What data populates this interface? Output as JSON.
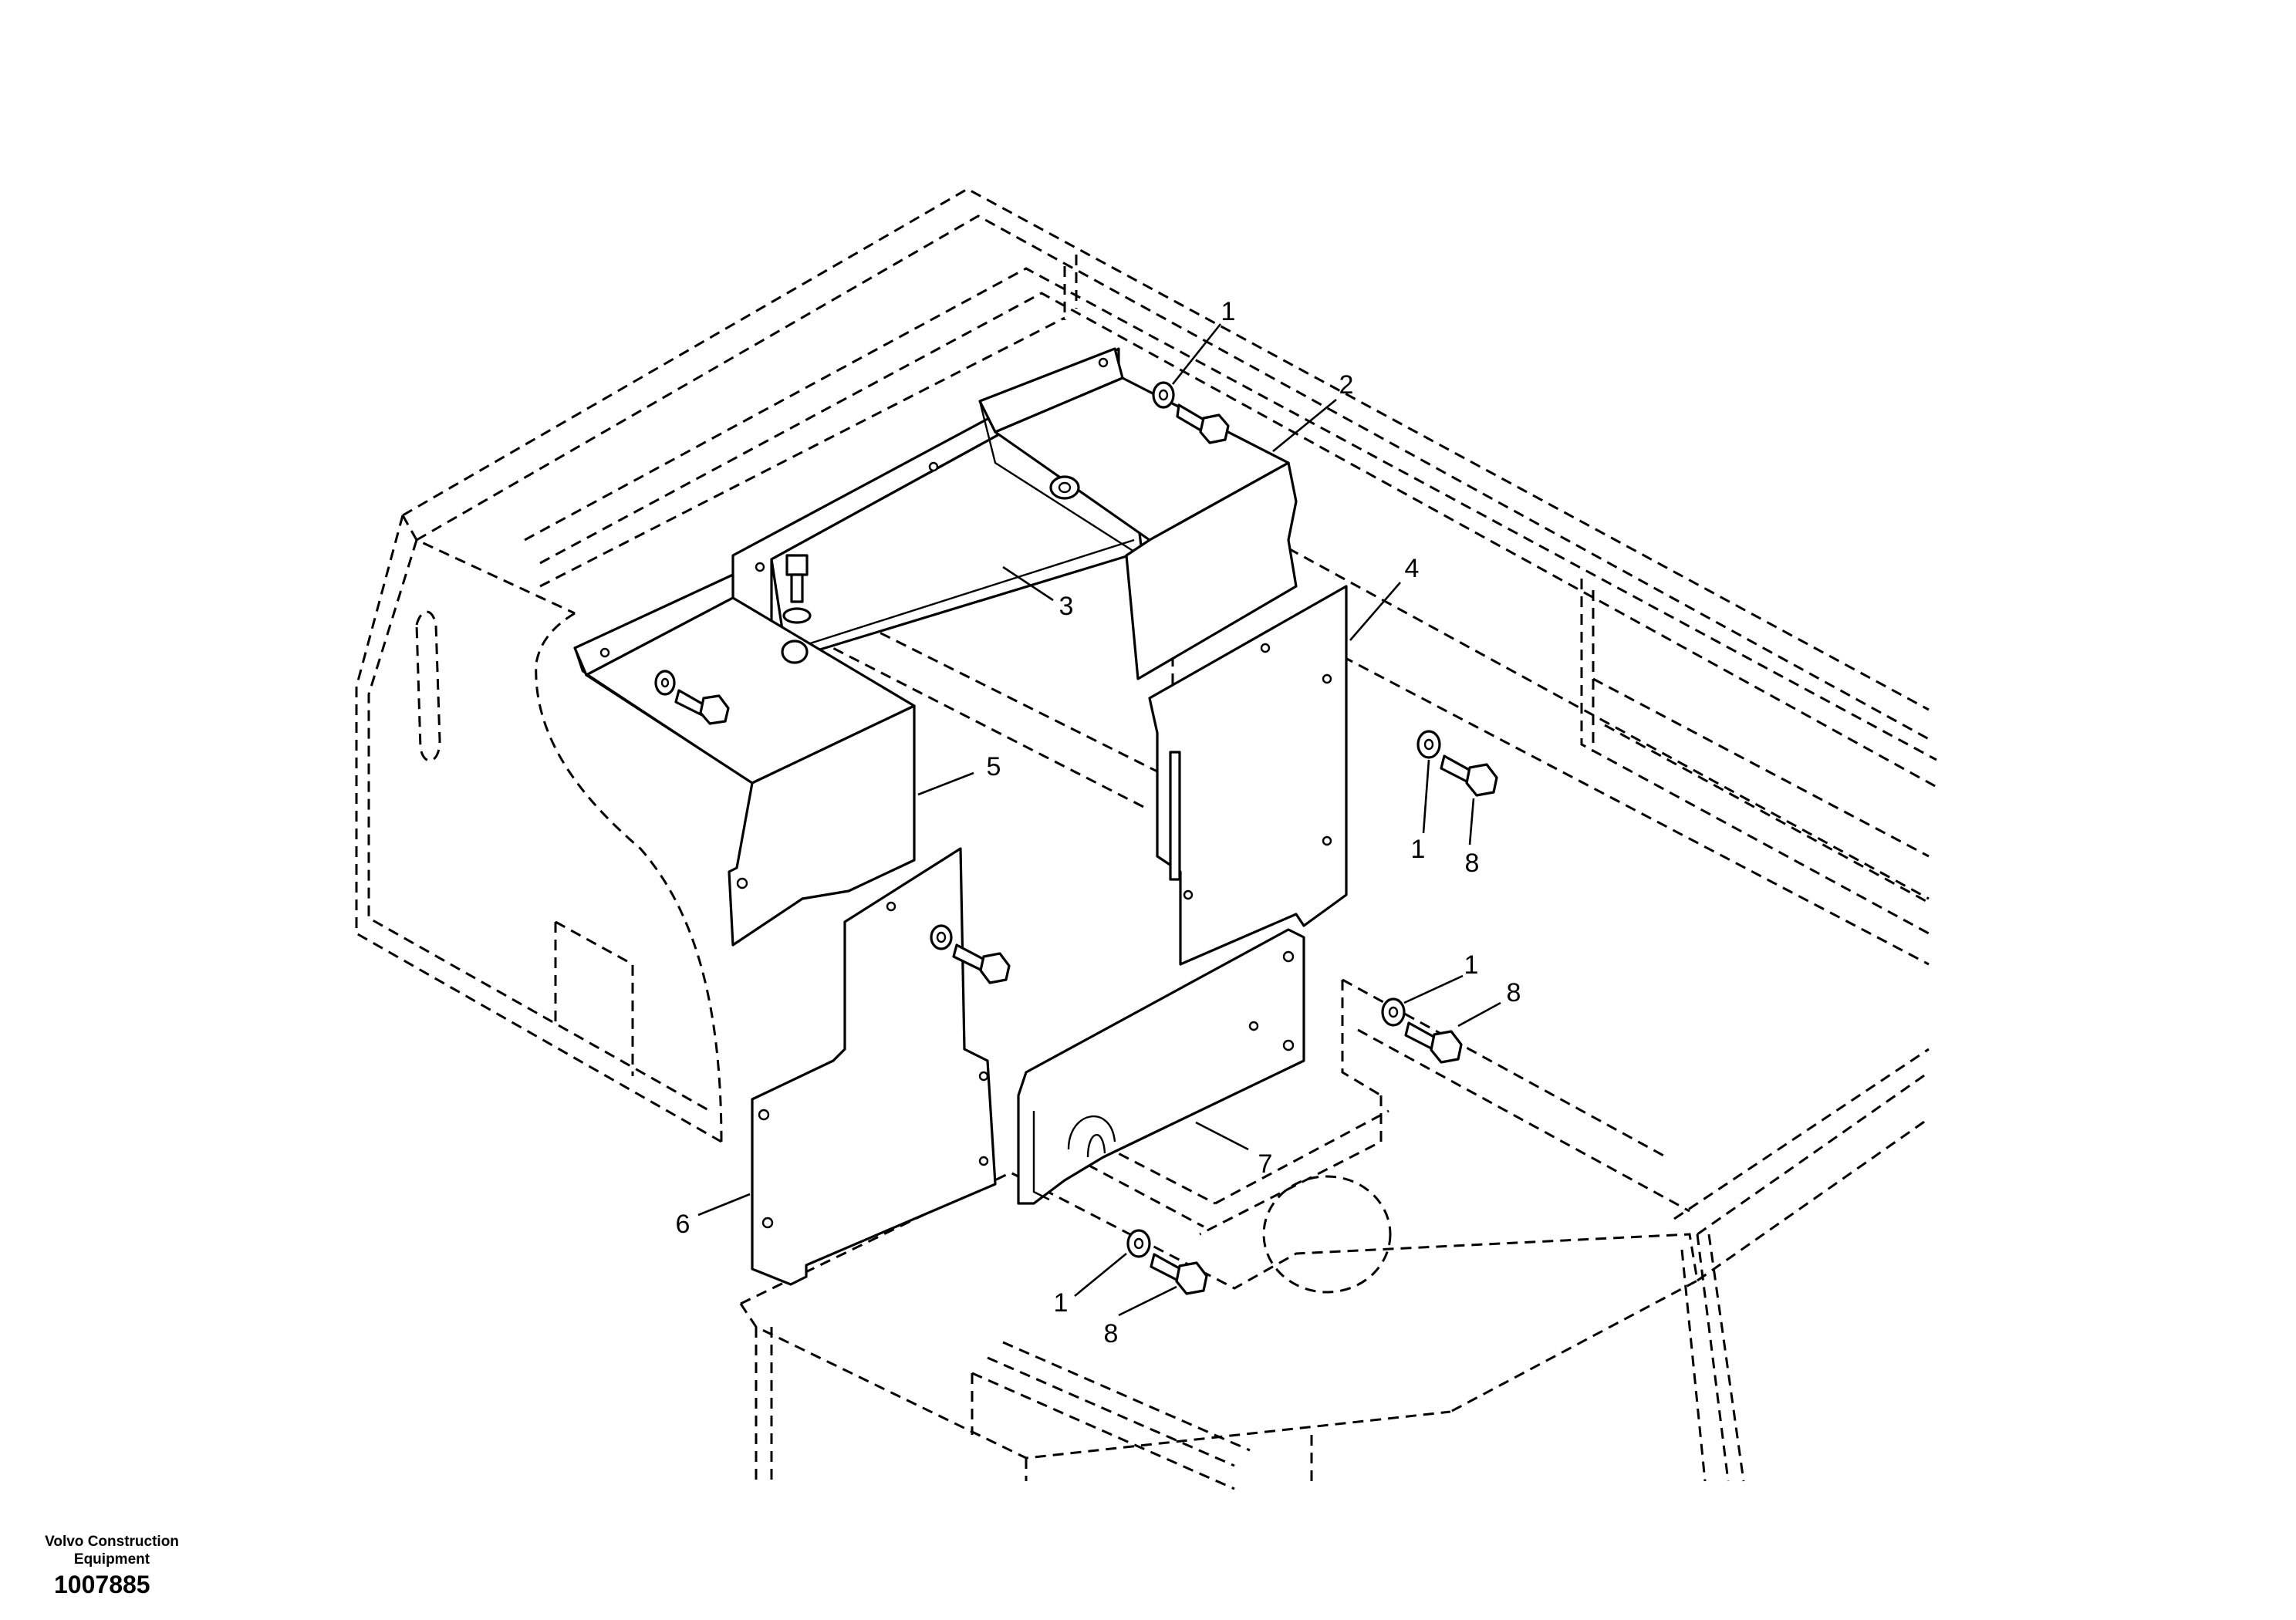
{
  "footer": {
    "company_line1": "Volvo Construction",
    "company_line2": "Equipment",
    "drawing_number": "1007885"
  },
  "callouts": [
    {
      "id": "c1a",
      "label": "1"
    },
    {
      "id": "c2",
      "label": "2"
    },
    {
      "id": "c3",
      "label": "3"
    },
    {
      "id": "c4",
      "label": "4"
    },
    {
      "id": "c5",
      "label": "5"
    },
    {
      "id": "c1b",
      "label": "1"
    },
    {
      "id": "c8a",
      "label": "8"
    },
    {
      "id": "c1c",
      "label": "1"
    },
    {
      "id": "c8b",
      "label": "8"
    },
    {
      "id": "c7",
      "label": "7"
    },
    {
      "id": "c6",
      "label": "6"
    },
    {
      "id": "c1d",
      "label": "1"
    },
    {
      "id": "c8c",
      "label": "8"
    }
  ]
}
